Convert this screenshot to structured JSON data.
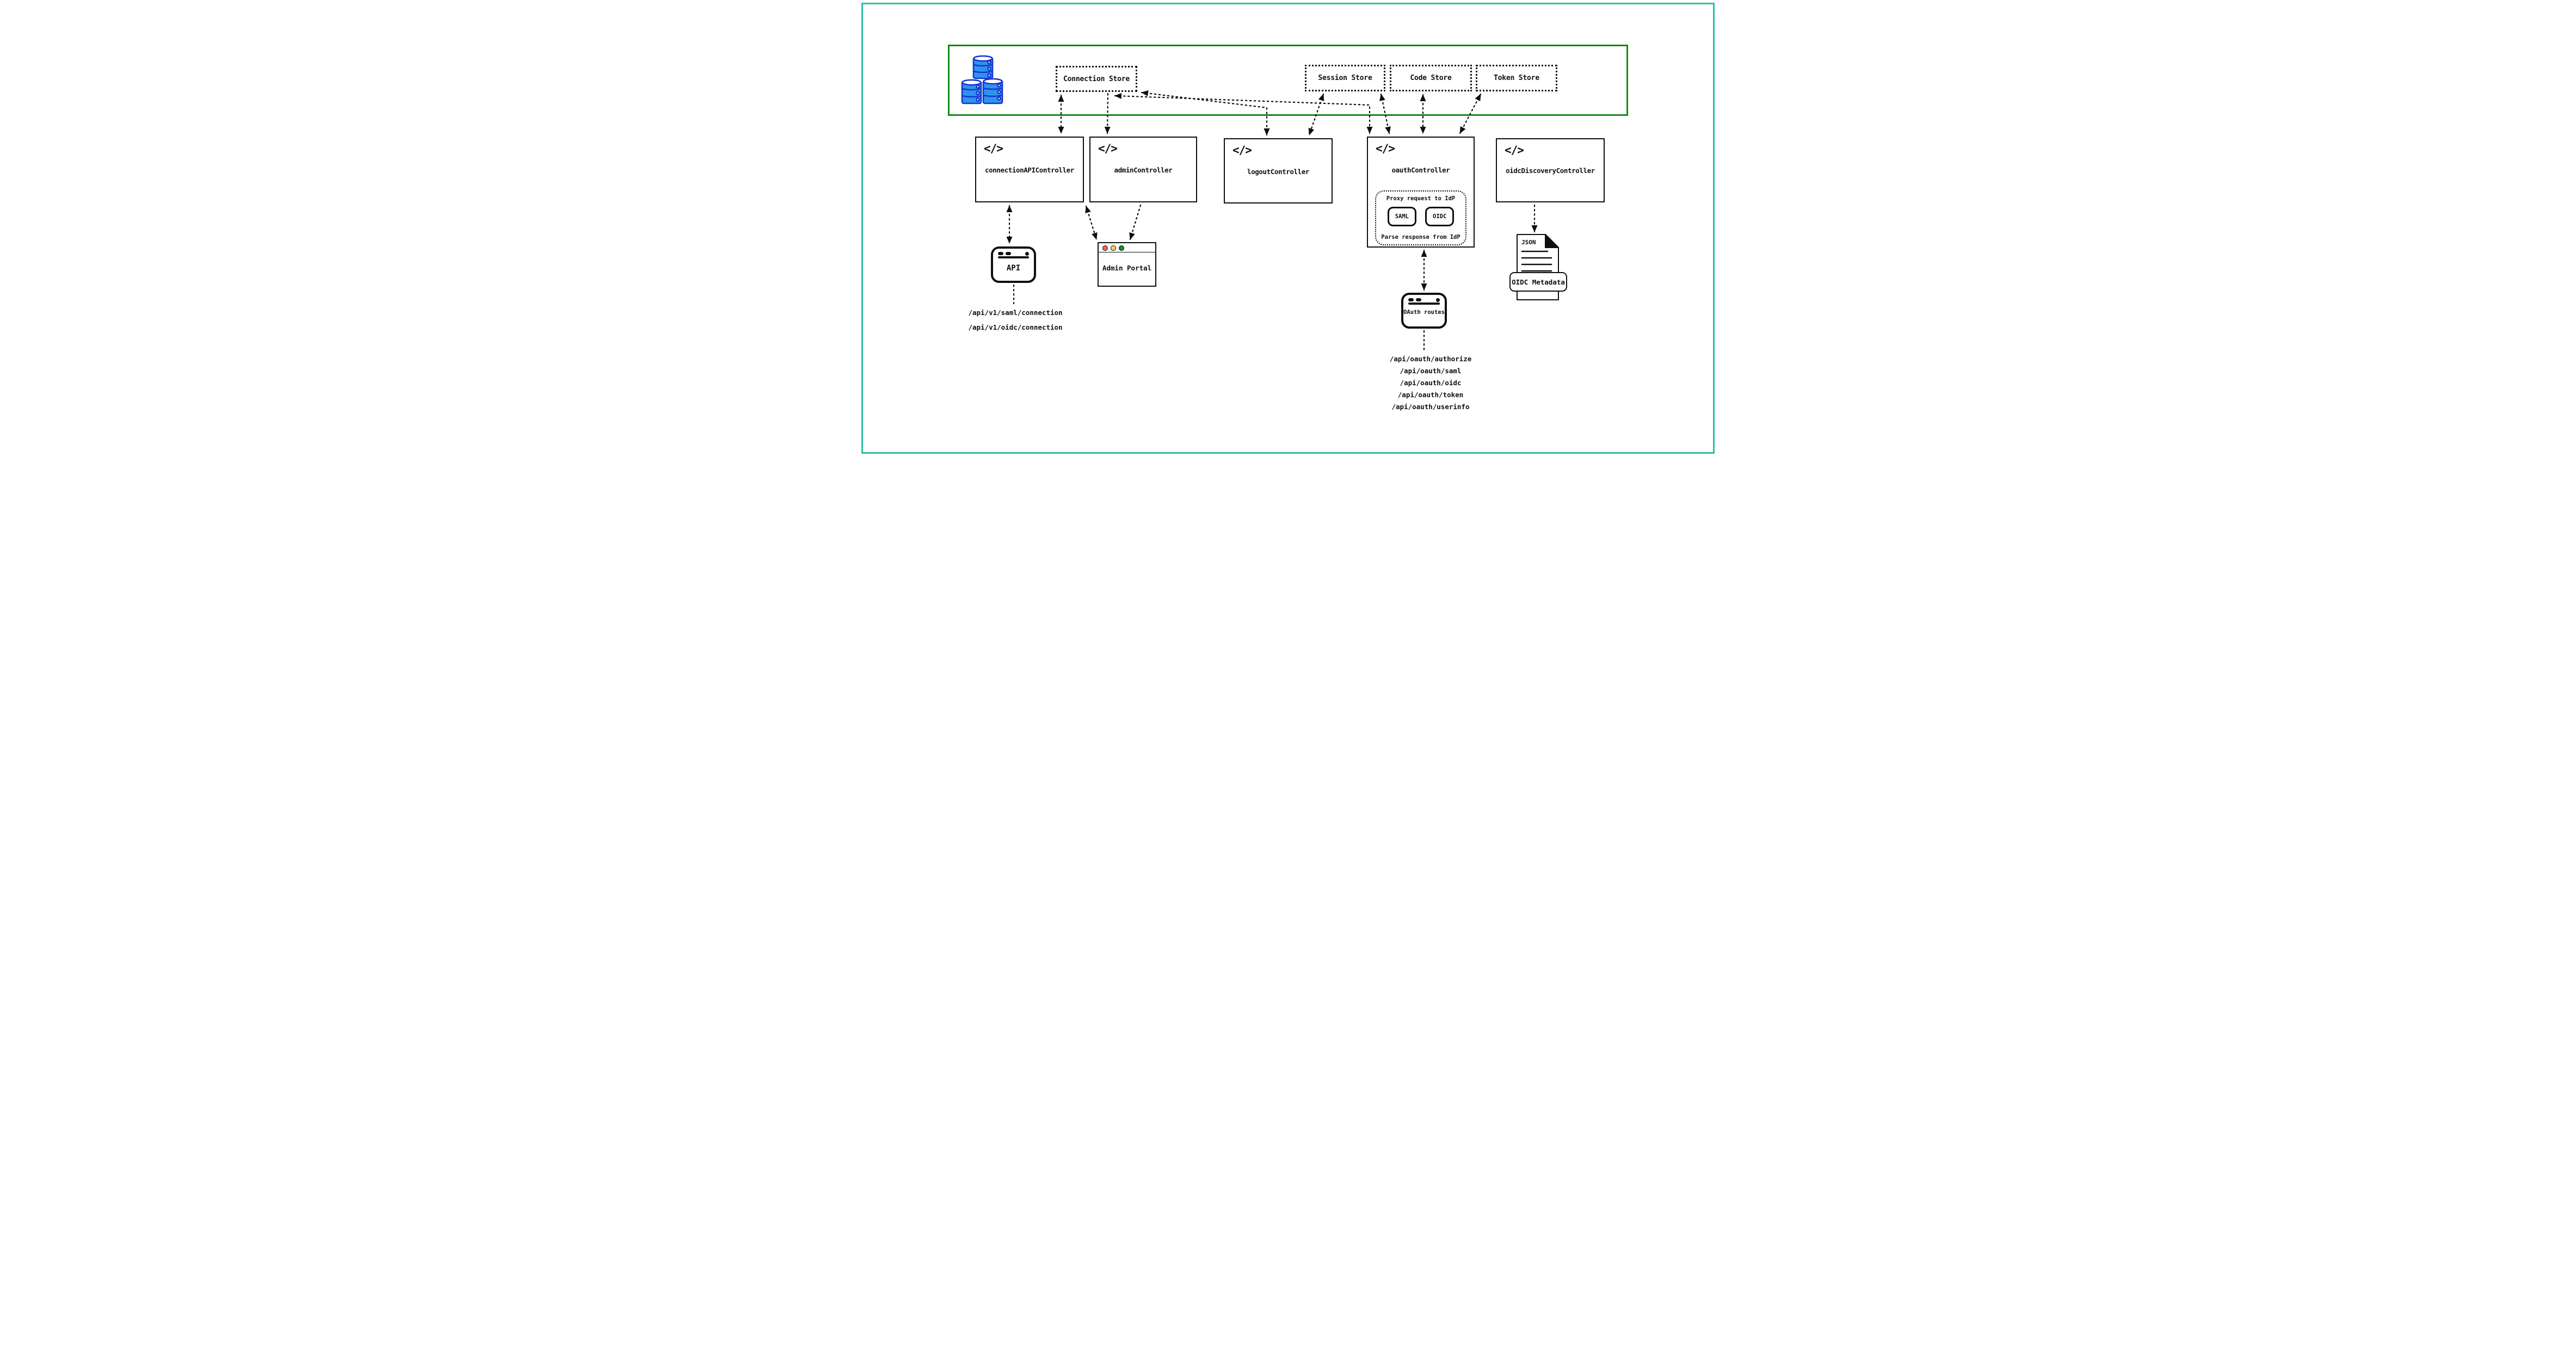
{
  "colors": {
    "outer_frame": "#2dbfa3",
    "container_border": "#168a16",
    "ink": "#0f0f0f",
    "database_fill": "#2f93ee",
    "database_stroke": "#1534cf",
    "traffic_red": "#f4645f",
    "traffic_yellow": "#f5ce58",
    "traffic_green": "#1c8c24"
  },
  "icons": {
    "code_glyph": "</>"
  },
  "stores": {
    "connection": "Connection Store",
    "session": "Session Store",
    "code": "Code Store",
    "token": "Token Store"
  },
  "controllers": {
    "connection_api": "connectionAPIController",
    "admin": "adminController",
    "logout": "logoutController",
    "oauth": "oauthController",
    "oidc_discovery": "oidcDiscoveryController"
  },
  "oauth_internals": {
    "proxy_label": "Proxy request to IdP",
    "saml": "SAML",
    "oidc": "OIDC",
    "parse_label": "Parse response from IdP"
  },
  "windows": {
    "api": "API",
    "admin_portal": "Admin Portal",
    "oauth_routes": "OAuth routes"
  },
  "document": {
    "type_label": "JSON",
    "label": "OIDC Metadata"
  },
  "api_routes": [
    "/api/v1/saml/connection",
    "/api/v1/oidc/connection"
  ],
  "oauth_route_paths": [
    "/api/oauth/authorize",
    "/api/oauth/saml",
    "/api/oauth/oidc",
    "/api/oauth/token",
    "/api/oauth/userinfo"
  ]
}
